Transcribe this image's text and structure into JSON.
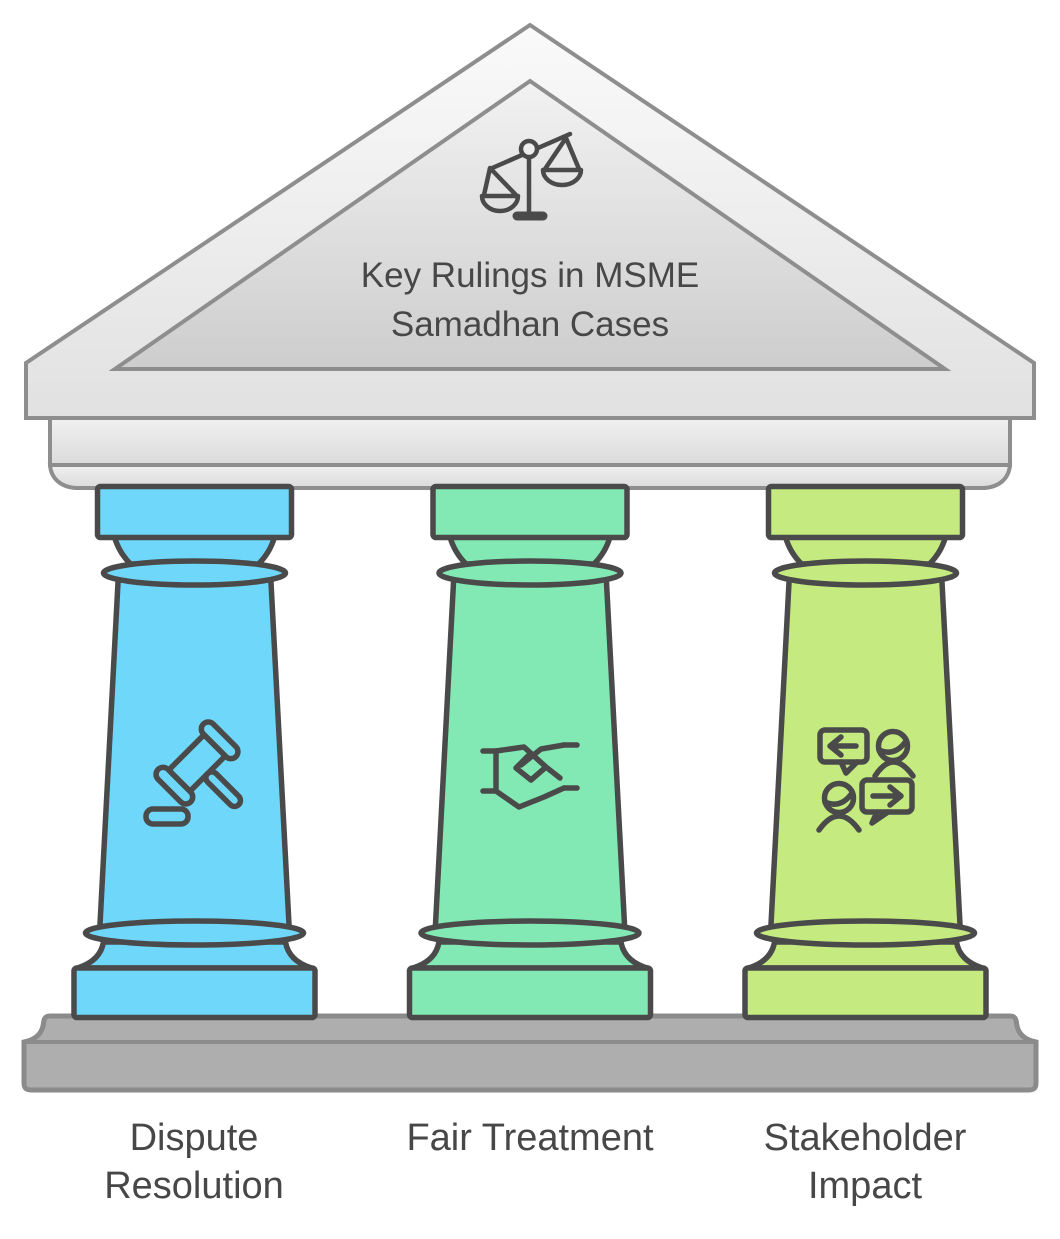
{
  "header": {
    "title_line1": "Key Rulings in MSME",
    "title_line2": "Samadhan Cases",
    "icon": "scales-of-justice-icon"
  },
  "pillars": [
    {
      "name": "Dispute Resolution",
      "label_lines": [
        "Dispute",
        "Resolution"
      ],
      "icon": "gavel-icon",
      "color": "#6fd8fa"
    },
    {
      "name": "Fair Treatment",
      "label_lines": [
        "Fair Treatment"
      ],
      "icon": "handshake-icon",
      "color": "#82e9b4"
    },
    {
      "name": "Stakeholder Impact",
      "label_lines": [
        "Stakeholder",
        "Impact"
      ],
      "icon": "people-discussion-icon",
      "color": "#c5ea80"
    }
  ],
  "colors": {
    "outline": "#4a4a4a",
    "text": "#474747",
    "pediment_stroke": "#8e8e8e",
    "base_fill": "#aeaeae",
    "base_stroke": "#8b8b8b"
  }
}
